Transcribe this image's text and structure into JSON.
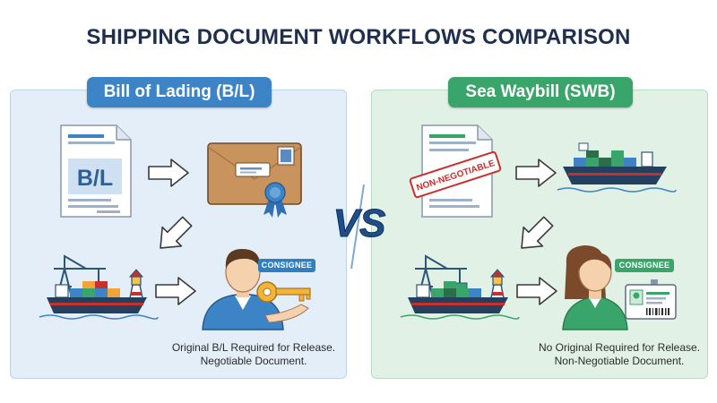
{
  "title": "SHIPPING DOCUMENT WORKFLOWS COMPARISON",
  "vs_label": "VS",
  "left": {
    "title": "Bill of Lading (B/L)",
    "document_label": "B/L",
    "consignee_tag": "CONSIGNEE",
    "caption_line1": "Original B/L Required for Release.",
    "caption_line2": "Negotiable Document."
  },
  "right": {
    "title": "Sea Waybill (SWB)",
    "stamp_label": "NON-NEGOTIABLE",
    "consignee_tag": "CONSIGNEE",
    "caption_line1": "No Original Required for Release.",
    "caption_line2": "Non-Negotiable Document."
  },
  "colors": {
    "left_accent": "#3d84c6",
    "right_accent": "#3aa56a",
    "title_text": "#1f2f4d",
    "stamp_red": "#c9302c"
  },
  "icons": [
    "document-icon",
    "envelope-icon",
    "ribbon-seal-icon",
    "ship-icon",
    "port-crane-icon",
    "lighthouse-icon",
    "person-icon",
    "key-icon",
    "id-card-icon",
    "arrow-right-icon",
    "arrow-down-left-icon"
  ]
}
